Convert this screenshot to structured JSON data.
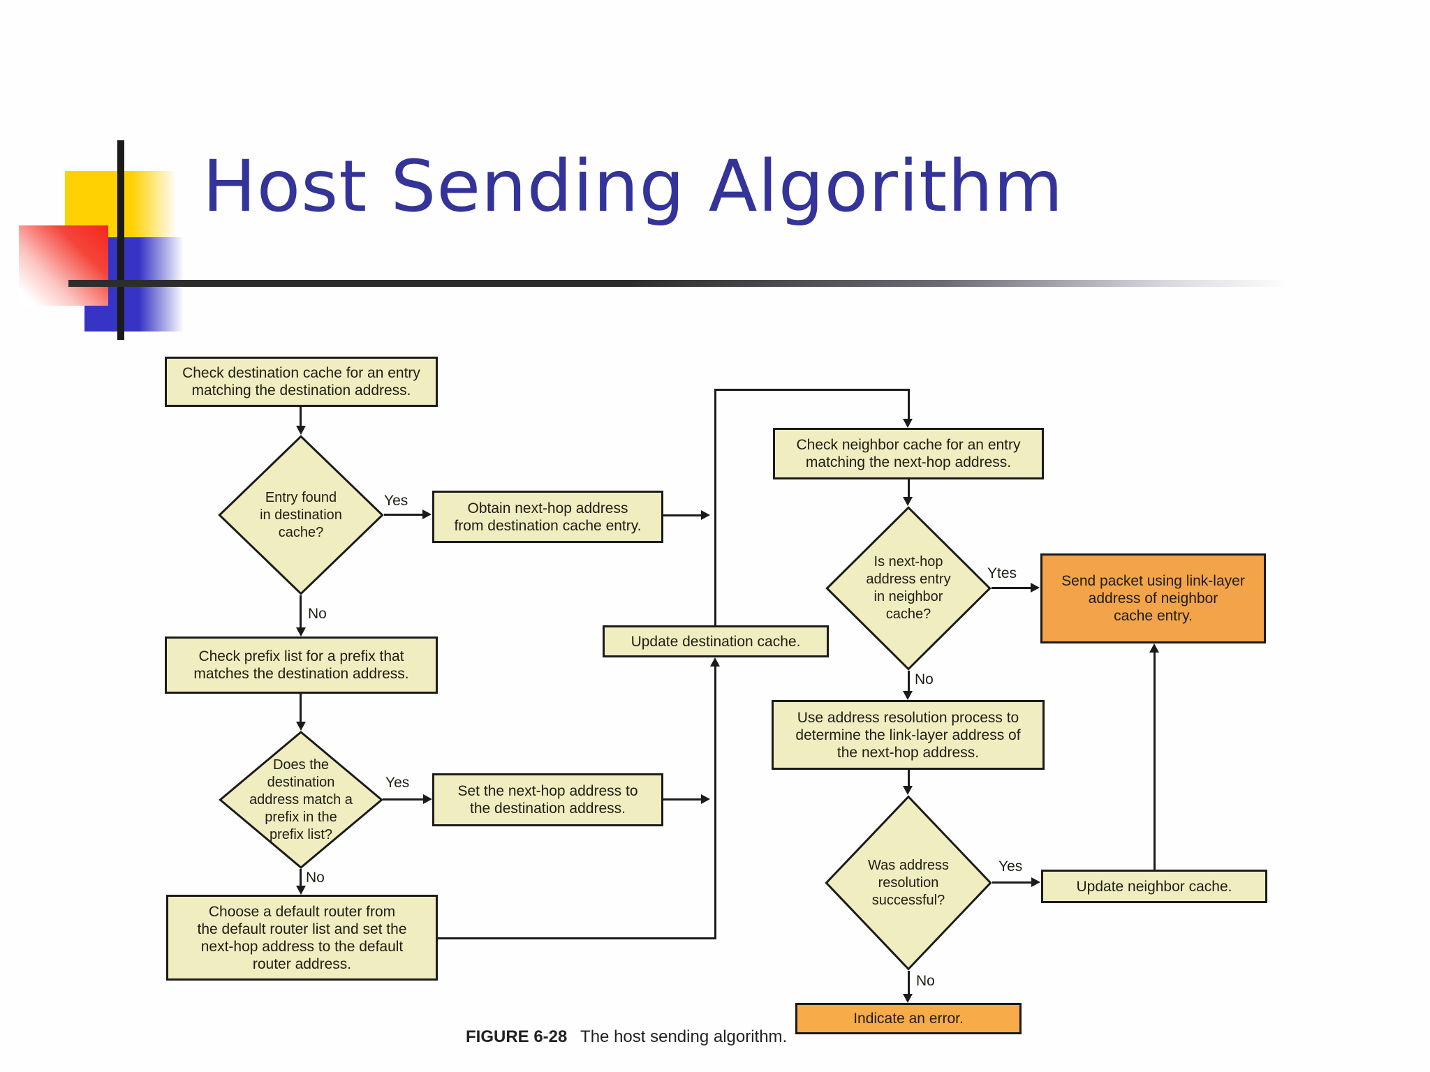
{
  "slide": {
    "title": "Host Sending Algorithm"
  },
  "figure": {
    "caption_label": "FIGURE 6-28",
    "caption_text": "The host sending algorithm.",
    "colors": {
      "title_text": "#333399",
      "node_fill": "#f0edc0",
      "node_border": "#1b1b1b",
      "orange_fill": "#f3a348",
      "orange_fill_light": "#f8ab49",
      "decor_yellow": "#ffd103",
      "decor_blue": "#3634c5",
      "decor_red": "#f5261e"
    },
    "nodes": {
      "check_dest_cache": "Check destination cache for an entry\nmatching the destination address.",
      "entry_found": "Entry found\nin destination\ncache?",
      "obtain_next_hop": "Obtain next-hop address\nfrom destination cache entry.",
      "check_prefix_list": "Check prefix list for a prefix that\nmatches the destination address.",
      "prefix_match": "Does the\ndestination\naddress match a\nprefix in the\nprefix list?",
      "set_next_hop": "Set the next-hop address to\nthe destination address.",
      "choose_default_router": "Choose a default router from\nthe default router list and set the\nnext-hop address to the default\nrouter address.",
      "update_dest_cache": "Update destination cache.",
      "check_neighbor_cache": "Check neighbor cache for an entry\nmatching the next-hop address.",
      "neighbor_entry": "Is next-hop\naddress entry\nin neighbor\ncache?",
      "send_packet": "Send packet using link-layer\naddress of neighbor\ncache entry.",
      "address_resolution": "Use address resolution process to\ndetermine the link-layer address of\nthe next-hop address.",
      "resolution_success": "Was address\nresolution\nsuccessful?",
      "update_neighbor_cache": "Update neighbor cache.",
      "indicate_error": "Indicate an error."
    },
    "labels": {
      "entry_found_yes": "Yes",
      "entry_found_no": "No",
      "prefix_match_yes": "Yes",
      "prefix_match_no": "No",
      "neighbor_entry_yes": "Ytes",
      "neighbor_entry_no": "No",
      "resolution_yes": "Yes",
      "resolution_no": "No"
    }
  }
}
